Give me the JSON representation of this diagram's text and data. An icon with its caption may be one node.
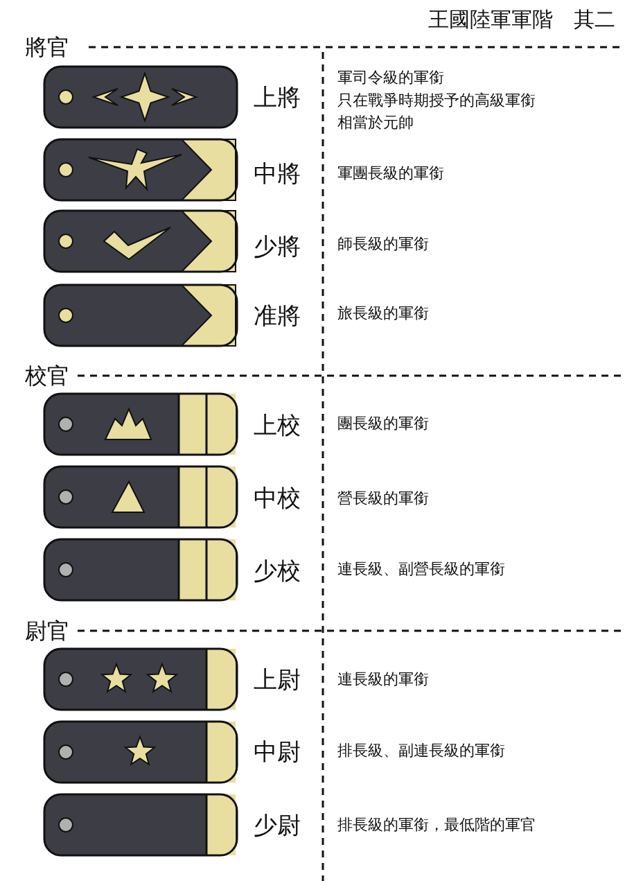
{
  "diagram": {
    "title": "王國陸軍軍階　其二",
    "labels": [
      "將官",
      "上將",
      "軍司令級的軍銜",
      "只在戰爭時期授予的高級軍銜",
      "相當於元帥",
      "中將",
      "軍團長級的軍銜",
      "少將",
      "師長級的軍銜",
      "准將",
      "旅長級的軍銜",
      "校官",
      "上校",
      "團長級的軍銜",
      "中校",
      "營長級的軍銜",
      "少校",
      "連長級、副營長級的軍銜",
      "尉官",
      "上尉",
      "連長級的軍銜",
      "中尉",
      "排長級、副連長級的軍銜",
      "少尉",
      "排長級的軍銜，最低階的軍官"
    ]
  }
}
